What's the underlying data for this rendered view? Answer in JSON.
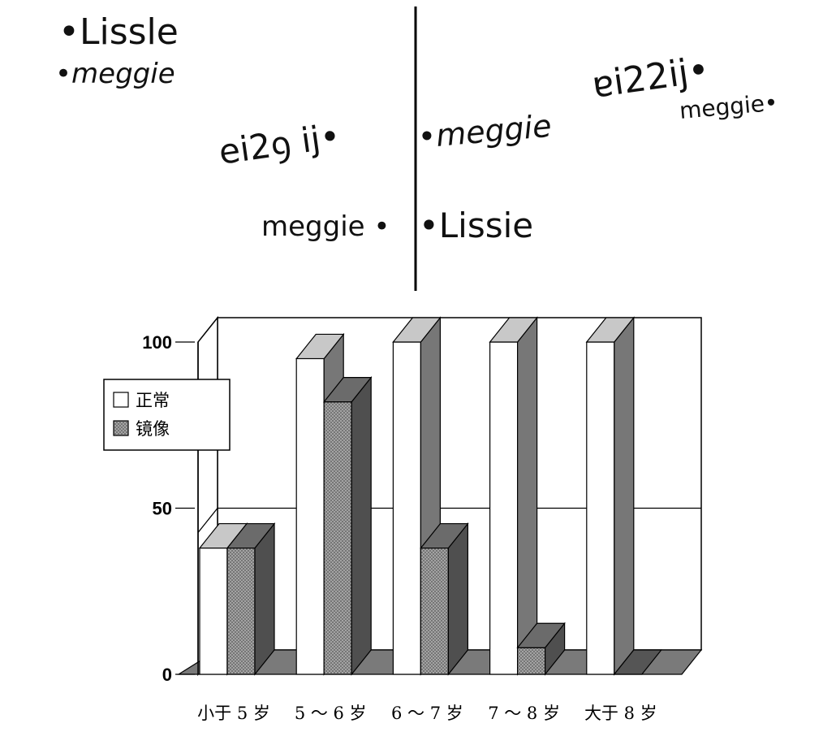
{
  "handwriting": {
    "top_left": [
      "•Lissle",
      "•meggie"
    ],
    "mid_left": [
      "ei2ꝯ ij•",
      "meggie •"
    ],
    "mid_right": [
      "•meggie",
      "•Lissie"
    ],
    "top_right": [
      "ɐi22ij•",
      "meggie•"
    ]
  },
  "chart_data": {
    "type": "bar",
    "categories": [
      "小于 5 岁",
      "5 ～ 6 岁",
      "6 ～ 7 岁",
      "7 ～ 8 岁",
      "大于 8 岁"
    ],
    "series": [
      {
        "name": "正常",
        "values": [
          38,
          95,
          100,
          100,
          100
        ],
        "color": "#ffffff"
      },
      {
        "name": "镜像",
        "values": [
          38,
          82,
          38,
          8,
          0
        ],
        "color": "#a9a9a9",
        "pattern": "crosshatch"
      }
    ],
    "yticks": [
      0,
      50,
      100
    ],
    "ylim": [
      0,
      100
    ],
    "three_d": true,
    "grid": true,
    "legend": "left-inside"
  }
}
